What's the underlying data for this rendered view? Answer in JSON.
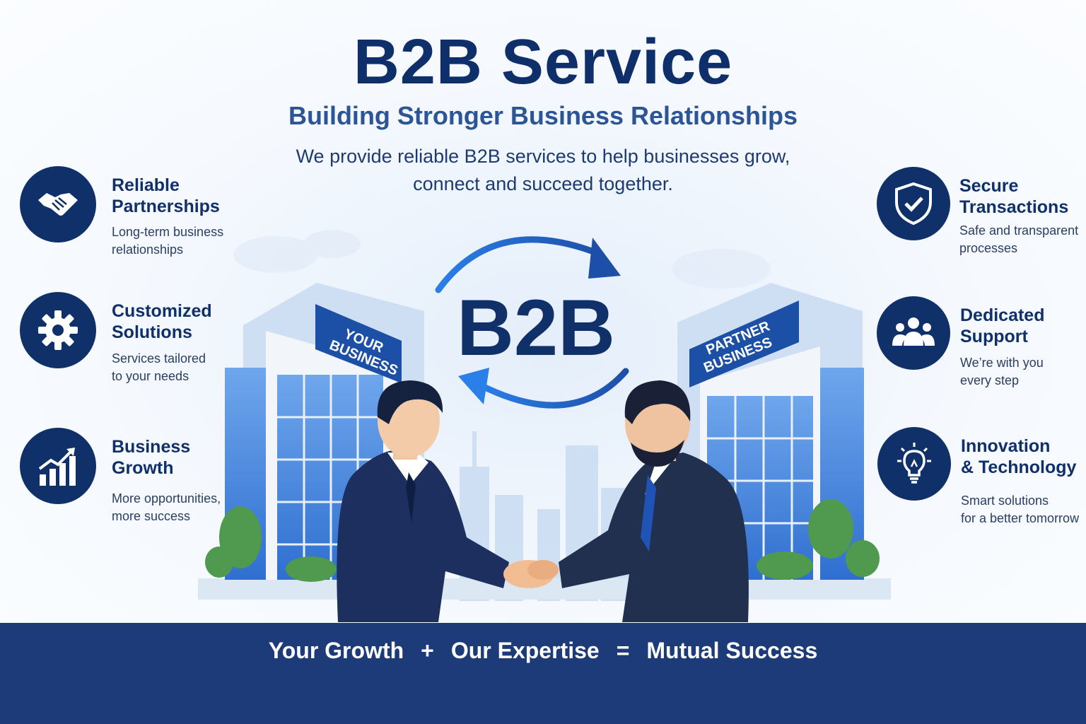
{
  "header": {
    "title": "B2B Service",
    "subtitle": "Building Stronger Business Relationships",
    "intro_line1": "We provide reliable B2B services to help businesses grow,",
    "intro_line2": "connect and succeed together."
  },
  "features_left": [
    {
      "title_1": "Reliable",
      "title_2": "Partnerships",
      "desc_1": "Long-term business",
      "desc_2": "relationships",
      "icon": "handshake-icon"
    },
    {
      "title_1": "Customized",
      "title_2": "Solutions",
      "desc_1": "Services tailored",
      "desc_2": "to your needs",
      "icon": "gear-icon"
    },
    {
      "title_1": "Business",
      "title_2": "Growth",
      "desc_1": "More opportunities,",
      "desc_2": "more success",
      "icon": "growth-chart-icon"
    }
  ],
  "features_right": [
    {
      "title_1": "Secure",
      "title_2": "Transactions",
      "desc_1": "Safe and transparent",
      "desc_2": "processes",
      "icon": "shield-check-icon"
    },
    {
      "title_1": "Dedicated",
      "title_2": "Support",
      "desc_1": "We’re with you",
      "desc_2": "every step",
      "icon": "team-icon"
    },
    {
      "title_1": "Innovation",
      "title_2": "& Technology",
      "desc_1": "Smart solutions",
      "desc_2": "for a better tomorrow",
      "icon": "lightbulb-icon"
    }
  ],
  "illustration": {
    "center_label": "B2B",
    "left_building_sign_1": "YOUR",
    "left_building_sign_2": "BUSINESS",
    "right_building_sign_1": "PARTNER",
    "right_building_sign_2": "BUSINESS"
  },
  "footer": {
    "term_1": "Your Growth",
    "op_1": "+",
    "term_2": "Our Expertise",
    "op_2": "=",
    "term_3": "Mutual Success"
  },
  "colors": {
    "navy": "#10306a",
    "accent_blue": "#1f6fd6",
    "footer": "#1c3b78"
  }
}
